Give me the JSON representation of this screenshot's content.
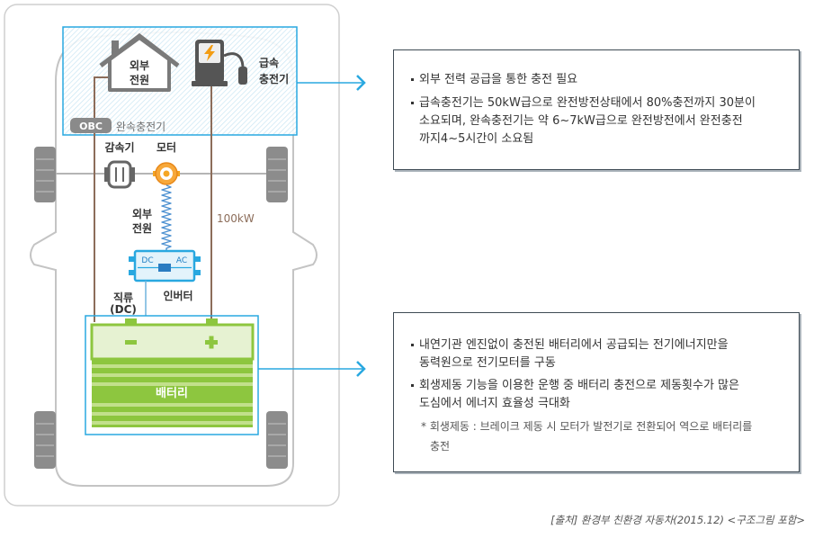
{
  "diagram": {
    "house_line1": "외부",
    "house_line2": "전원",
    "charger_line1": "급속",
    "charger_line2": "충전기",
    "obc_badge": "OBC",
    "slow_charger": "완속충전기",
    "reducer": "감속기",
    "motor": "모터",
    "coil_line1": "외부",
    "coil_line2": "전원",
    "power": "100kW",
    "inverter_dc": "DC",
    "inverter_ac": "AC",
    "dc_line1": "직류",
    "dc_line2": "(DC)",
    "inverter": "인버터",
    "battery": "배터리"
  },
  "info_boxes": [
    {
      "bullets": [
        {
          "lines": [
            "외부 전력 공급을 통한 충전 필요"
          ]
        },
        {
          "lines": [
            "급속충전기는 50kW급으로 완전방전상태에서 80%충전까지 30분이",
            "소요되며, 완속충전기는 약 6~7kW급으로 완전방전에서 완전충전",
            "까지4~5시간이 소요됨"
          ]
        }
      ]
    },
    {
      "bullets": [
        {
          "lines": [
            "내연기관 엔진없이 충전된 배터리에서 공급되는 전기에너지만을",
            "동력원으로 전기모터를 구동"
          ]
        },
        {
          "lines": [
            "회생제동 기능을 이용한 운행 중 배터리 충전으로 제동횟수가 많은",
            "도심에서 에너지 효율성 극대화"
          ]
        }
      ],
      "note": {
        "lines": [
          "* 회생제동 : 브레이크 제동 시 모터가 발전기로 전환되어 역으로 배터리를",
          "충전"
        ]
      }
    }
  ],
  "caption": "[출처] 환경부 친환경 자동차(2015.12) <구조그림 포함>",
  "icons": [
    "house-icon",
    "ev-charger-icon",
    "reducer-icon",
    "motor-icon",
    "spring-coil-icon",
    "inverter-icon",
    "battery-icon",
    "wheel-icon",
    "arrow-right-icon",
    "bullet-icon"
  ],
  "colors": {
    "accent_blue": "#29a8e0",
    "wire_brown": "#8c6d5a",
    "battery_green": "#8dc63f",
    "motor_orange": "#f5a623",
    "outline_gray": "#c4c4c4"
  }
}
